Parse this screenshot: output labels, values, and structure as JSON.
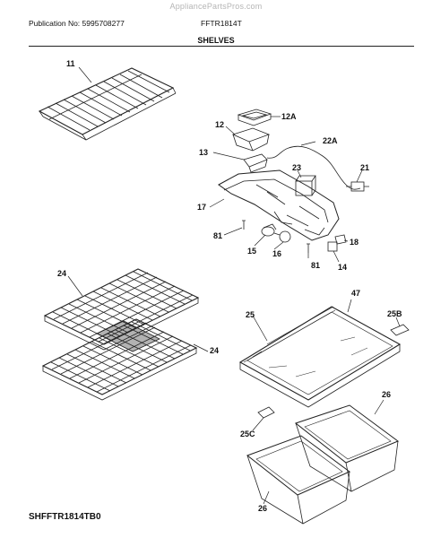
{
  "watermark": "AppliancePartsPros.com",
  "header": {
    "publication": "Publication No: 5995708277",
    "model": "FFTR1814T"
  },
  "section_title": "SHELVES",
  "footer_code": "SHFFTR1814TB0",
  "callouts": {
    "p11": "11",
    "p12": "12",
    "p12a": "12A",
    "p13": "13",
    "p22a": "22A",
    "p23": "23",
    "p21": "21",
    "p17": "17",
    "p81a": "81",
    "p15": "15",
    "p16": "16",
    "p81b": "81",
    "p18": "18",
    "p14": "14",
    "p24a": "24",
    "p24b": "24",
    "p47": "47",
    "p25": "25",
    "p25b": "25B",
    "p25c": "25C",
    "p26a": "26",
    "p26b": "26"
  }
}
